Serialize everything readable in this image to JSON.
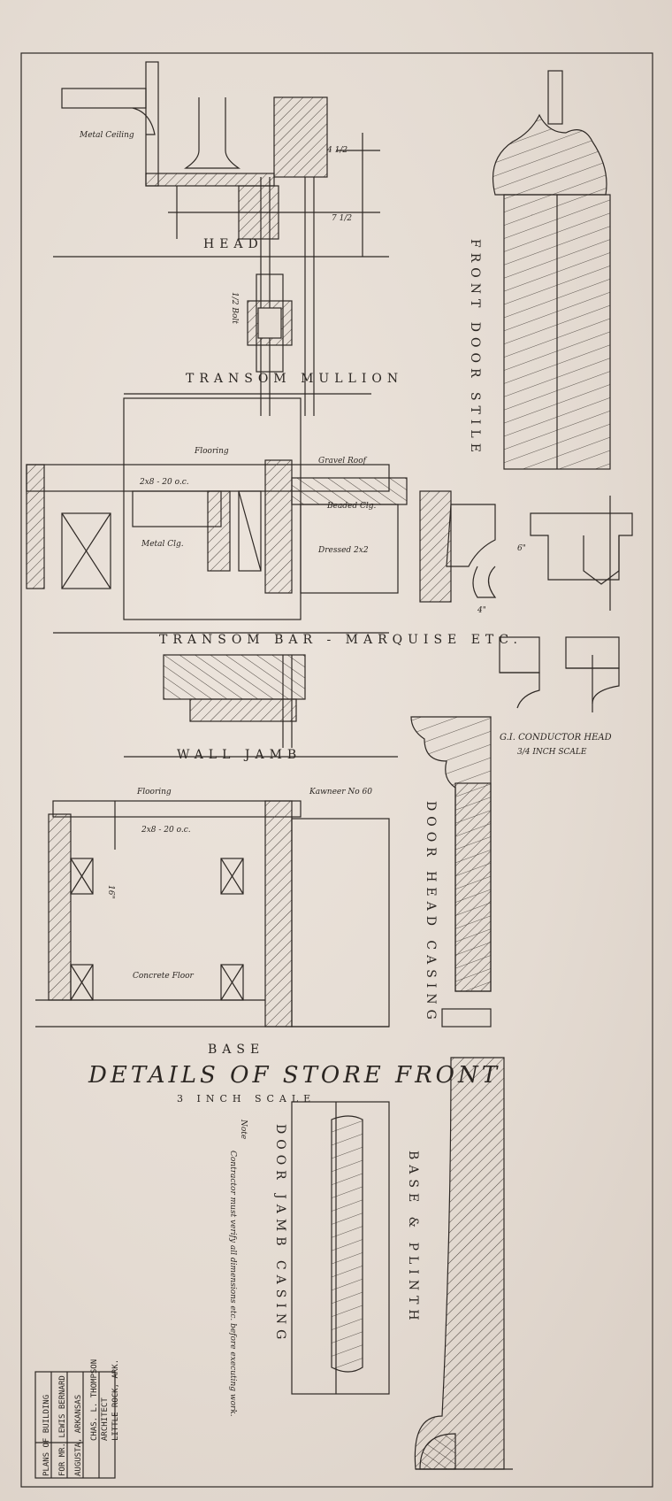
{
  "drawing": {
    "title": "DETAILS OF STORE FRONT",
    "scale": "3 INCH SCALE",
    "labels": {
      "head": "HEAD",
      "transom_mullion": "TRANSOM MULLION",
      "transom_bar": "TRANSOM BAR - MARQUISE ETC.",
      "wall_jamb": "WALL JAMB",
      "base": "BASE",
      "front_door_stile": "FRONT DOOR STILE",
      "door_head_casing": "DOOR HEAD CASING",
      "door_jamb_casing": "DOOR JAMB CASING",
      "base_plinth": "BASE & PLINTH",
      "conductor_head": "G.I. CONDUCTOR HEAD",
      "conductor_scale": "3/4 INCH SCALE"
    },
    "notes": {
      "metal_ceiling": "Metal Ceiling",
      "flooring_1": "Flooring",
      "joists_1": "2x8 - 20 o.c.",
      "metal_clg": "Metal Clg.",
      "gravel_roof": "Gravel Roof",
      "beaded_clg": "Beaded Clg.",
      "dressed": "Dressed 2x2",
      "bolt": "1/2 Bolt",
      "flooring_2": "Flooring",
      "joists_2": "2x8 - 20 o.c.",
      "kawneer": "Kawneer No 60",
      "concrete_floor": "Concrete Floor",
      "dim_4a": "4 1/2",
      "dim_7": "7 1/2",
      "dim_16": "16\"",
      "dim_6": "6\"",
      "dim_4b": "4\"",
      "contractor_note_1": "Contractor must verify all dimensions etc. before executing work.",
      "contractor_note_2": "Note"
    },
    "title_block": {
      "line1": "PLANS OF BUILDING",
      "line2": "FOR MR. LEWIS BERNARD",
      "line3": "AUGUSTA, ARKANSAS",
      "arch": "CHAS. L. THOMPSON",
      "arch2": "ARCHITECT",
      "city": "LITTLE ROCK, ARK."
    }
  }
}
